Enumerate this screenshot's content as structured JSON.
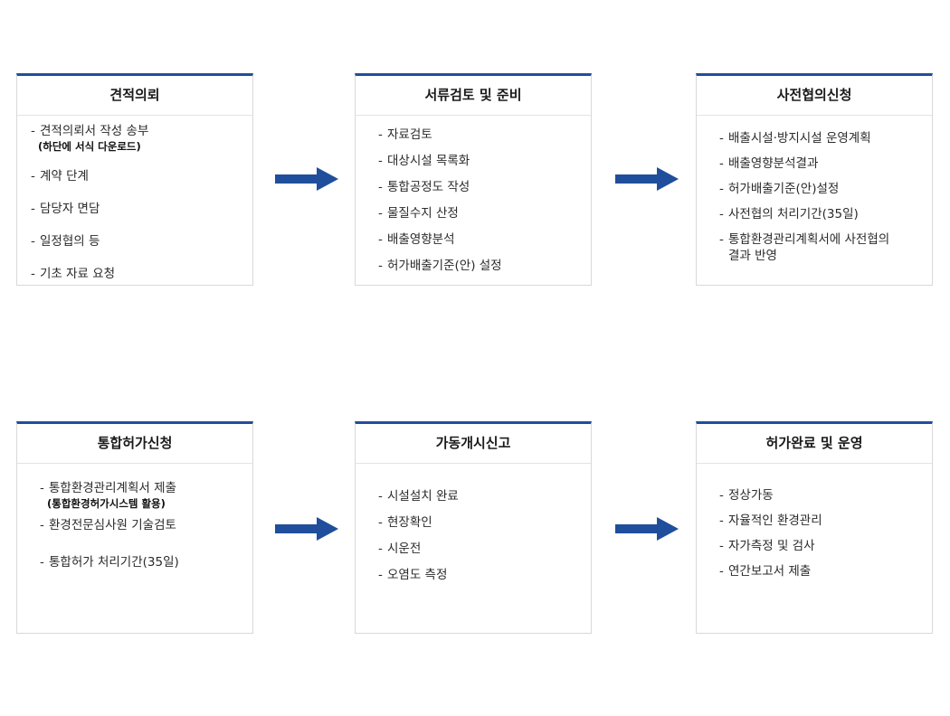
{
  "colors": {
    "accent": "#1f4e9c",
    "arrow": "#1f4e9c",
    "border": "#d9d9d9"
  },
  "steps": [
    {
      "title": "견적의뢰",
      "items": [
        {
          "text": "견적의뢰서 작성 송부",
          "sub": "(하단에 서식 다운로드)"
        },
        {
          "text": "계약 단계"
        },
        {
          "text": "담당자 면담"
        },
        {
          "text": "일정협의 등"
        },
        {
          "text": "기초 자료 요청"
        }
      ]
    },
    {
      "title": "서류검토 및 준비",
      "items": [
        {
          "text": "자료검토"
        },
        {
          "text": "대상시설 목록화"
        },
        {
          "text": "통합공정도 작성"
        },
        {
          "text": "물질수지 산정"
        },
        {
          "text": "배출영향분석"
        },
        {
          "text": "허가배출기준(안) 설정"
        }
      ]
    },
    {
      "title": "사전협의신청",
      "items": [
        {
          "text": "배출시설·방지시설 운영계획"
        },
        {
          "text": "배출영향분석결과"
        },
        {
          "text": "허가배출기준(안)설정"
        },
        {
          "text": "사전협의 처리기간(35일)"
        },
        {
          "text": "통합환경관리계획서에 사전협의",
          "text2": "결과 반영"
        }
      ]
    },
    {
      "title": "통합허가신청",
      "items": [
        {
          "text": "통합환경관리계획서 제출",
          "sub": "(통합환경허가시스템 활용)"
        },
        {
          "text": "환경전문심사원 기술검토"
        },
        {
          "text": "통합허가 처리기간(35일)"
        }
      ]
    },
    {
      "title": "가동개시신고",
      "items": [
        {
          "text": "시설설치 완료"
        },
        {
          "text": "현장확인"
        },
        {
          "text": "시운전"
        },
        {
          "text": "오염도 측정"
        }
      ]
    },
    {
      "title": "허가완료 및 운영",
      "items": [
        {
          "text": "정상가동"
        },
        {
          "text": "자율적인 환경관리"
        },
        {
          "text": "자가측정 및 검사"
        },
        {
          "text": "연간보고서 제출"
        }
      ]
    }
  ]
}
